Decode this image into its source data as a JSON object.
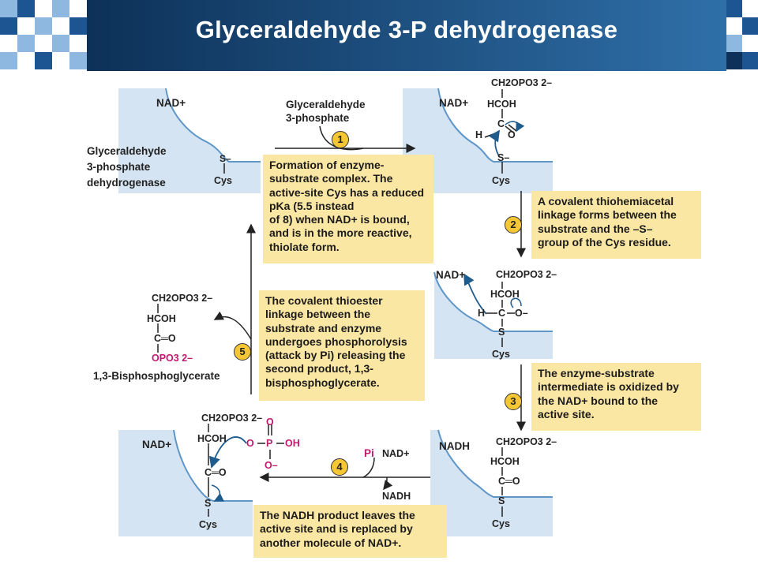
{
  "title": "Glyceraldehyde 3-P dehydrogenase",
  "colors": {
    "header_dark": "#0d3158",
    "header_light": "#2f6fa8",
    "checker_dark": "#1d5593",
    "checker_light": "#8fb8e0",
    "enzyme_band": "#d4e4f2",
    "enzyme_outline": "#5f96c8",
    "note_fill": "#fbe7a4",
    "step_fill": "#f6c735",
    "arrow_blue": "#1f5c8e",
    "magenta": "#c2186f"
  },
  "labels": {
    "enzyme_name": "Glyceraldehyde\n3-phosphate\ndehydrogenase",
    "substrate_name": "Glyceraldehyde\n3-phosphate",
    "product_name": "1,3-Bisphosphoglycerate",
    "nad": "NAD+",
    "nadh": "NADH",
    "pi": "Pi",
    "cys": "Cys",
    "thiolate": "S–"
  },
  "steps": [
    "1",
    "2",
    "3",
    "4",
    "5"
  ],
  "notes": {
    "step1": "Formation of enzyme-\nsubstrate complex. The\nactive-site Cys has a reduced\npKa (5.5 instead\nof 8) when NAD+ is bound,\nand is in the more reactive,\nthiolate form.",
    "step2": "A covalent thiohemiacetal\nlinkage forms between the\nsubstrate and the –S–\ngroup of the Cys residue.",
    "step3": "The enzyme-substrate\nintermediate is oxidized by\nthe NAD+ bound to the\nactive site.",
    "step4": "The NADH product leaves the\nactive site and is replaced by\nanother molecule of NAD+.",
    "step5": "The covalent thioester\nlinkage between the\nsubstrate and enzyme\nundergoes phosphorolysis\n(attack by Pi) releasing the\nsecond product, 1,3-\nbisphosphoglycerate."
  },
  "chem": {
    "ch2opo3": "CH2OPO3 2–",
    "hcoh": "HCOH",
    "c": "C",
    "h": "H",
    "o": "O",
    "o_minus": "O–",
    "s": "S",
    "co": "C═O",
    "opo3": "OPO3 2–",
    "phosphate_o_left": "O",
    "phosphate_p": "P",
    "phosphate_oh": "OH",
    "phosphate_o_minus": "O–"
  }
}
